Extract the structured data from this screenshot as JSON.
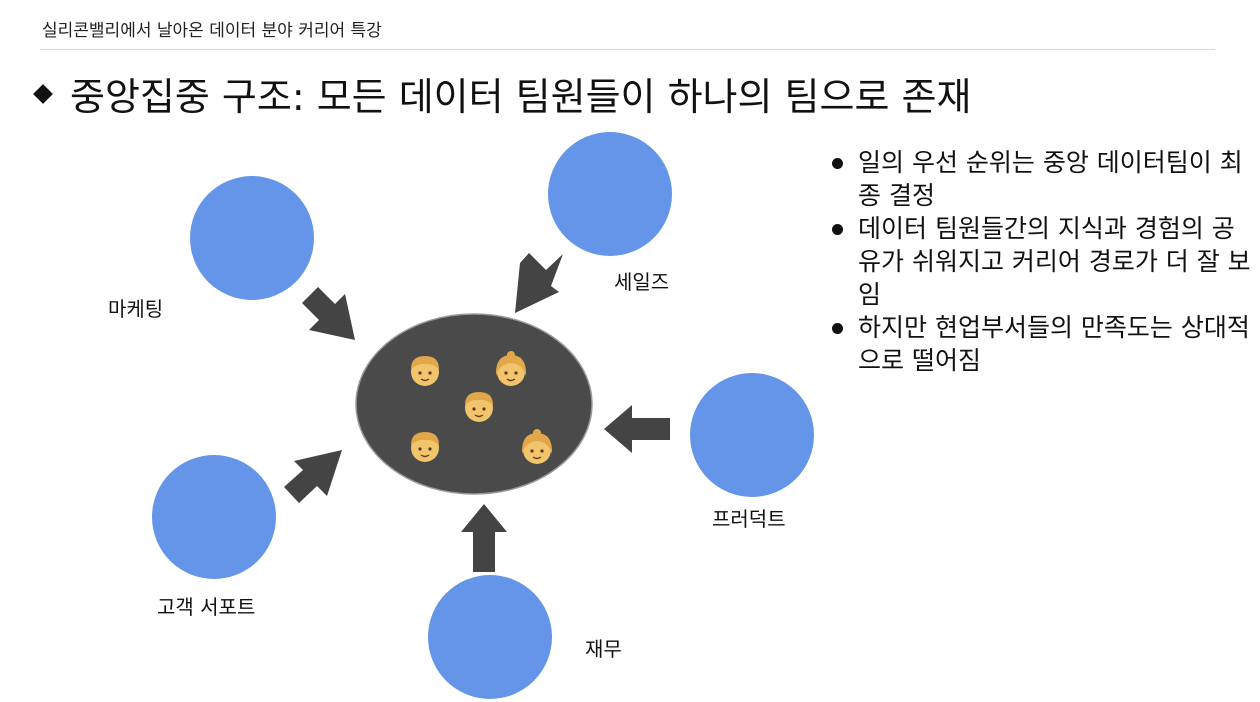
{
  "header": {
    "text": "실리콘밸리에서 날아온 데이터 분야 커리어 특강"
  },
  "slide": {
    "title": "중앙집중 구조: 모든 데이터 팀원들이 하나의 팀으로 존재"
  },
  "colors": {
    "node": "#6495e8",
    "center": "#4a4a4a",
    "arrow": "#444444",
    "face": "#f2c46b"
  },
  "diagram": {
    "nodes": {
      "marketing": "마케팅",
      "sales": "세일즈",
      "product": "프러덕트",
      "finance": "재무",
      "customer_support": "고객 서포트"
    },
    "center": {
      "members": [
        "boy-icon",
        "girl-icon",
        "boy-icon",
        "boy-icon",
        "girl-icon"
      ]
    }
  },
  "bullets": [
    "일의 우선 순위는 중앙 데이터팀이 최종 결정",
    "데이터 팀원들간의 지식과 경험의 공유가 쉬워지고 커리어 경로가 더 잘 보임",
    "하지만 현업부서들의 만족도는 상대적으로 떨어짐"
  ]
}
